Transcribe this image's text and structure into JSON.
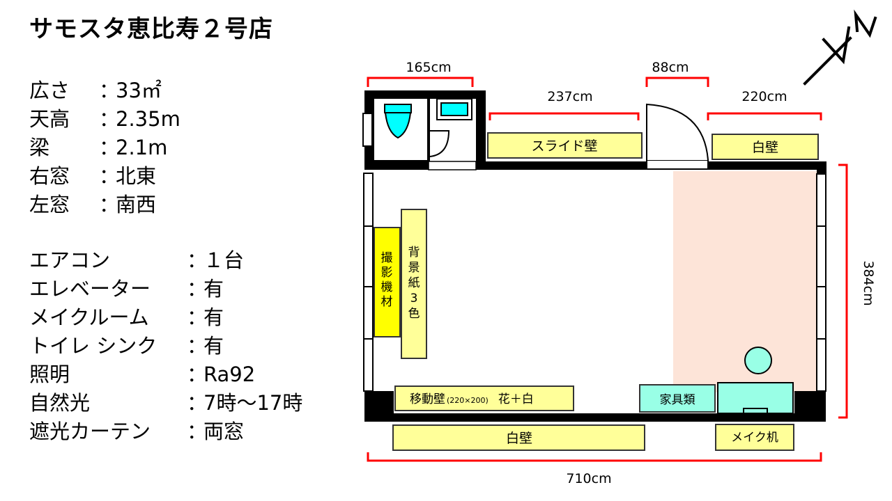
{
  "title": "サモスタ恵比寿２号店",
  "specs_basic": [
    {
      "key": "広さ",
      "colon": "：",
      "value": "33㎡"
    },
    {
      "key": "天高",
      "colon": "：",
      "value": "2.35m"
    },
    {
      "key": "梁",
      "colon": "：",
      "value": "2.1m"
    },
    {
      "key": "右窓",
      "colon": "：",
      "value": "北東"
    },
    {
      "key": "左窓",
      "colon": "：",
      "value": "南西"
    }
  ],
  "specs_facilities": [
    {
      "key": "エアコン",
      "colon": "：",
      "value": "１台"
    },
    {
      "key": "エレベーター",
      "colon": "：",
      "value": "有"
    },
    {
      "key": "メイクルーム",
      "colon": "：",
      "value": "有"
    },
    {
      "key": "トイレ シンク",
      "colon": "：",
      "value": "有"
    },
    {
      "key": "照明",
      "colon": "：",
      "value": "Ra92"
    },
    {
      "key": "自然光",
      "colon": "：",
      "value": "7時～17時"
    },
    {
      "key": "遮光カーテン",
      "colon": "：",
      "value": "両窓"
    }
  ],
  "floor_plan": {
    "dimensions": {
      "toilet_width": "165cm",
      "slide_wall_width": "237cm",
      "door_width": "88cm",
      "white_wall_top_width": "220cm",
      "room_depth": "384cm",
      "room_length": "710cm"
    },
    "labels": {
      "slide_wall": "スライド壁",
      "white_wall_top": "白壁",
      "camera_equipment": [
        "撮",
        "影",
        "機",
        "材"
      ],
      "backdrop_paper": [
        "背",
        "景",
        "紙",
        "3",
        "色"
      ],
      "movable_wall_main": "移動壁",
      "movable_wall_size": "(220×200)",
      "movable_wall_color": "花＋白",
      "furniture": "家具類",
      "white_wall_bottom": "白壁",
      "makeup_desk": "メイク机"
    },
    "compass": "N",
    "colors": {
      "wall": "#000000",
      "dimension_line": "#ff0000",
      "label_box_fill": "#ffff99",
      "camera_box_fill": "#ffff00",
      "furniture_fill": "#99ffe6",
      "fixture_fill": "#00ffff",
      "highlight_area": "#fde4d8"
    }
  }
}
